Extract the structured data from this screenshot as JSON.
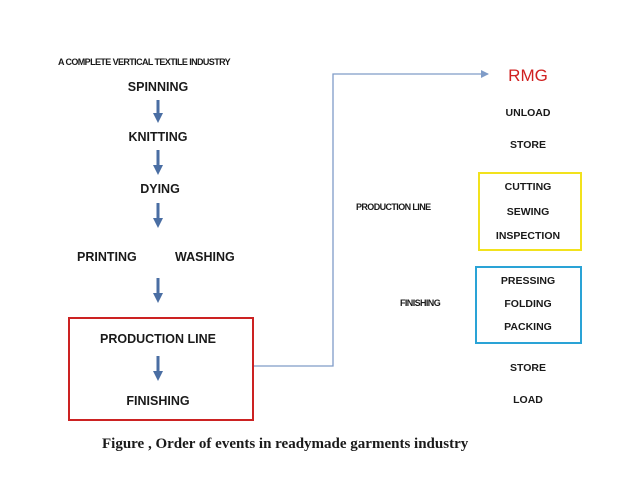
{
  "title": "A COMPLETE VERTICAL TEXTILE INDUSTRY",
  "left_flow": {
    "spinning": "SPINNING",
    "knitting": "KNITTING",
    "dying": "DYING",
    "printing": "PRINTING",
    "washing": "WASHING",
    "production_line": "PRODUCTION LINE",
    "finishing": "FINISHING"
  },
  "right_flow": {
    "rmg": "RMG",
    "unload": "UNLOAD",
    "store_top": "STORE",
    "production_line_label": "PRODUCTION LINE",
    "production_steps": [
      "CUTTING",
      "SEWING",
      "INSPECTION"
    ],
    "finishing_label": "FINISHING",
    "finishing_steps": [
      "PRESSING",
      "FOLDING",
      "PACKING"
    ],
    "store_bottom": "STORE",
    "load": "LOAD"
  },
  "caption": "Figure     , Order of events in readymade garments industry",
  "colors": {
    "arrow": "#4a6ea3",
    "connector": "#7f9cc8",
    "red_box": "#cc2222",
    "yellow_box": "#f2e21d",
    "blue_box": "#2aa3d6",
    "rmg_text": "#d02020"
  }
}
